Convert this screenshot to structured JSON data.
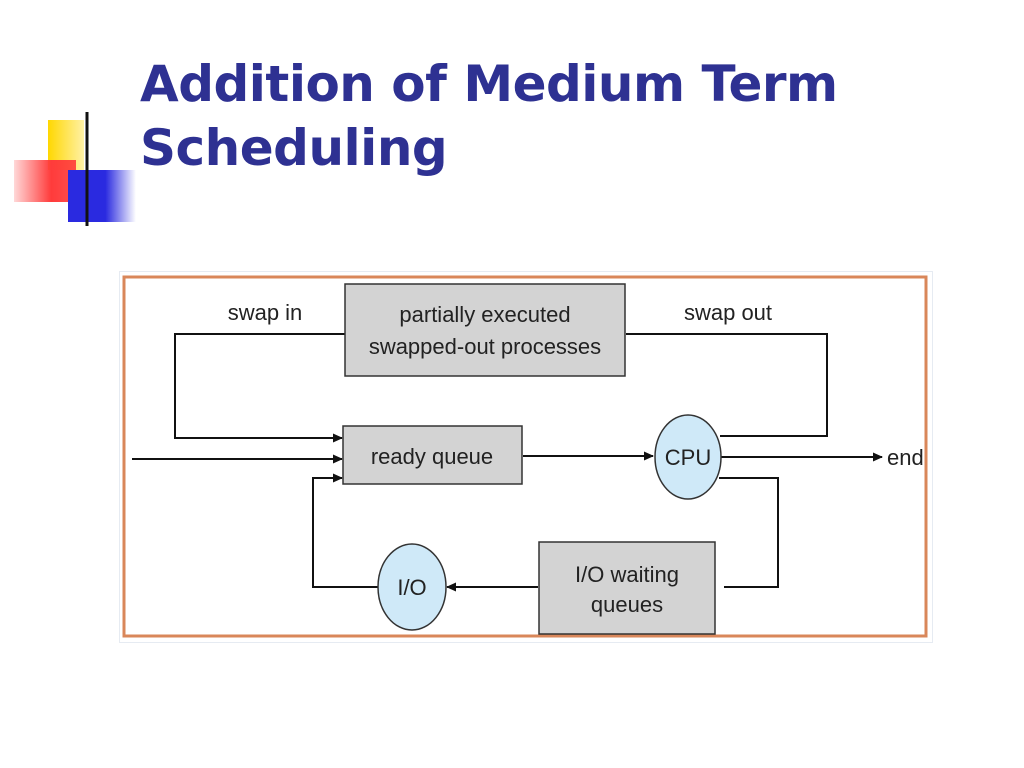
{
  "slide": {
    "title_line1": "Addition of Medium Term",
    "title_line2": "Scheduling"
  },
  "diagram": {
    "swapped_box": {
      "line1": "partially executed",
      "line2": "swapped-out processes"
    },
    "ready_queue": "ready queue",
    "cpu": "CPU",
    "io": "I/O",
    "io_waiting": {
      "line1": "I/O waiting",
      "line2": "queues"
    },
    "swap_in": "swap in",
    "swap_out": "swap out",
    "end": "end"
  },
  "colors": {
    "title": "#2e3192",
    "frame_border": "#d9875a",
    "box_fill": "#d3d3d3",
    "circle_fill": "#cfe9f8",
    "deco_yellow": "#ffd700",
    "deco_red": "#ff3b3b",
    "deco_blue": "#2a2ae0"
  }
}
